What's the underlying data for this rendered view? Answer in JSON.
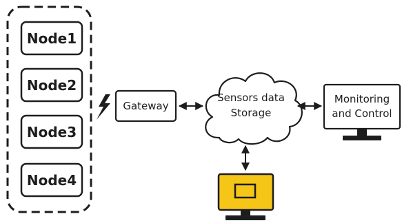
{
  "nodes": [
    {
      "label": "Node1"
    },
    {
      "label": "Node2"
    },
    {
      "label": "Node3"
    },
    {
      "label": "Node4"
    }
  ],
  "gateway": {
    "label": "Gateway"
  },
  "storage": {
    "line1": "Sensors data",
    "line2": "Storage"
  },
  "monitor": {
    "line1": "Monitoring",
    "line2": "and Control"
  },
  "colors": {
    "stroke": "#1d1d1d",
    "local_terminal_screen": "#f5c518",
    "background": "#ffffff"
  }
}
